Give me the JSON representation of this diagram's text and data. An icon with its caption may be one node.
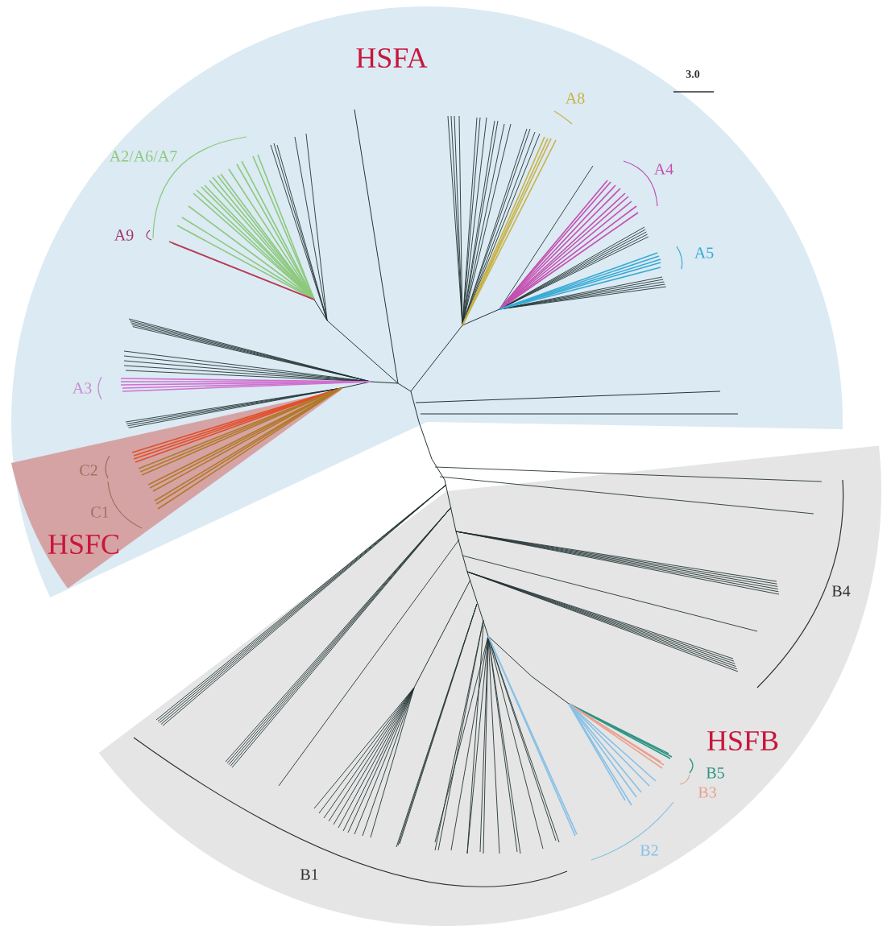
{
  "diagram": {
    "nodes": [
      {
        "text": [
          "HSFA"
        ]
      },
      {
        "text": [
          "HSFC"
        ],
        "in": 0
      },
      {
        "text": [
          "HSFB"
        ]
      }
    ],
    "labels": [
      "3.0",
      "A8",
      "A2/A6/A7",
      "A4",
      "A9",
      "A5",
      "A3",
      "C2",
      "C1",
      "B4",
      "B5",
      "B3",
      "B2",
      "B1"
    ]
  }
}
